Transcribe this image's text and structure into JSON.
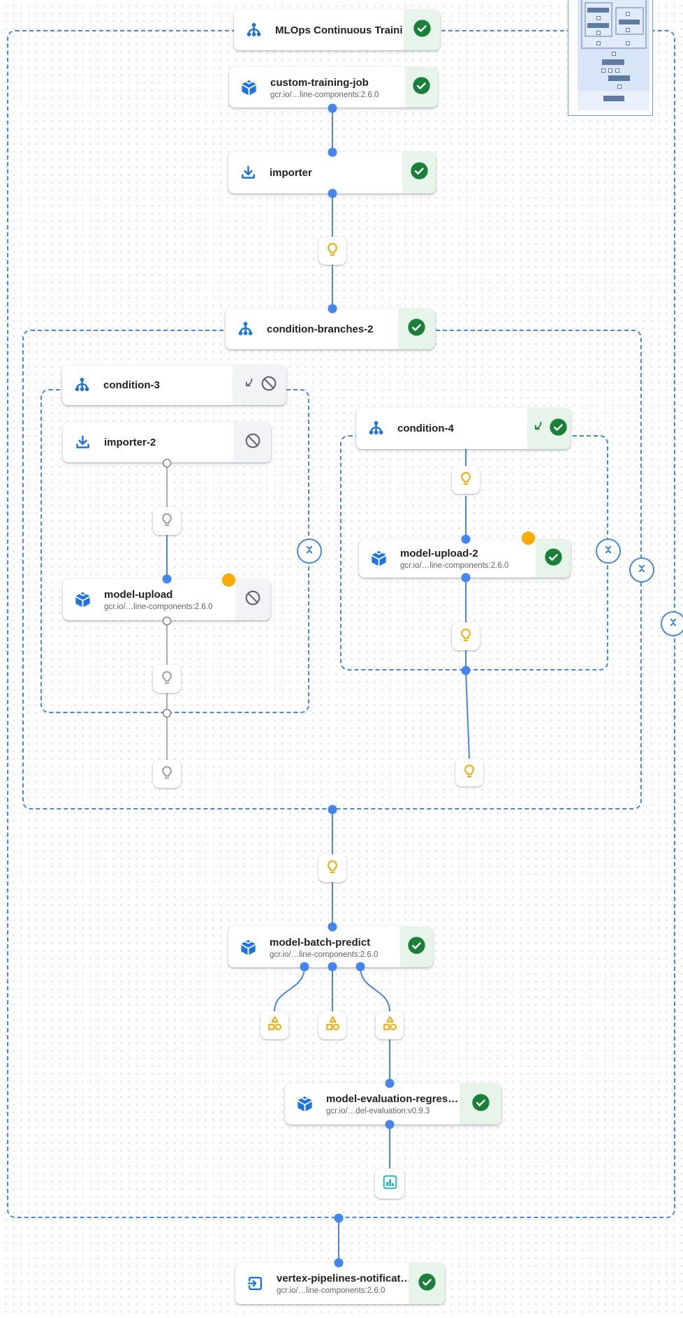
{
  "nodes": [
    {
      "id": "mlops-root",
      "title": "MLOps Continuous Traini…",
      "icon": "branch-icon",
      "status": "succeeded"
    },
    {
      "id": "custom-training-job",
      "title": "custom-training-job",
      "subtitle": "gcr.io/…line-components:2.6.0",
      "icon": "cube-icon",
      "status": "succeeded"
    },
    {
      "id": "importer",
      "title": "importer",
      "icon": "download-icon",
      "status": "succeeded"
    },
    {
      "id": "condition-branches-2",
      "title": "condition-branches-2",
      "icon": "branch-icon",
      "status": "succeeded"
    },
    {
      "id": "condition-3",
      "title": "condition-3",
      "icon": "branch-icon",
      "status": "skipped"
    },
    {
      "id": "importer-2",
      "title": "importer-2",
      "icon": "download-icon",
      "status": "skipped"
    },
    {
      "id": "model-upload",
      "title": "model-upload",
      "subtitle": "gcr.io/…line-components:2.6.0",
      "icon": "cube-icon",
      "status": "skipped"
    },
    {
      "id": "condition-4",
      "title": "condition-4",
      "icon": "branch-icon",
      "status": "succeeded"
    },
    {
      "id": "model-upload-2",
      "title": "model-upload-2",
      "subtitle": "gcr.io/…line-components:2.6.0",
      "icon": "cube-icon",
      "status": "succeeded"
    },
    {
      "id": "model-batch-predict",
      "title": "model-batch-predict",
      "subtitle": "gcr.io/…line-components:2.6.0",
      "icon": "cube-icon",
      "status": "succeeded"
    },
    {
      "id": "model-evaluation-regression",
      "title": "model-evaluation-regres…",
      "subtitle": "gcr.io/…del-evaluation:v0.9.3",
      "icon": "cube-icon",
      "status": "succeeded"
    },
    {
      "id": "vertex-pipelines-notification",
      "title": "vertex-pipelines-notificat…",
      "subtitle": "gcr.io/…line-components:2.6.0",
      "icon": "exit-icon",
      "status": "succeeded"
    }
  ],
  "artifacts": [
    {
      "id": "execution-output-1",
      "icon": "lightbulb-icon",
      "state": "executed"
    },
    {
      "id": "execution-output-2",
      "icon": "lightbulb-icon",
      "state": "skipped"
    },
    {
      "id": "execution-output-3",
      "icon": "lightbulb-icon",
      "state": "skipped"
    },
    {
      "id": "execution-output-4",
      "icon": "lightbulb-icon",
      "state": "skipped"
    },
    {
      "id": "execution-output-5",
      "icon": "lightbulb-icon",
      "state": "executed"
    },
    {
      "id": "execution-output-6",
      "icon": "lightbulb-icon",
      "state": "executed"
    },
    {
      "id": "execution-output-7",
      "icon": "lightbulb-icon",
      "state": "executed"
    },
    {
      "id": "execution-output-8",
      "icon": "lightbulb-icon",
      "state": "executed"
    },
    {
      "id": "metrics-artifact-1",
      "icon": "metrics-icon",
      "state": "executed"
    },
    {
      "id": "metrics-artifact-2",
      "icon": "metrics-icon",
      "state": "executed"
    },
    {
      "id": "metrics-artifact-3",
      "icon": "metrics-icon",
      "state": "executed"
    },
    {
      "id": "evaluation-chart-artifact",
      "icon": "bar-chart-icon",
      "state": "executed"
    }
  ],
  "containers": [
    "pipeline-root",
    "condition-branches-2-group",
    "condition-3-group",
    "condition-4-group"
  ],
  "colors": {
    "edge_blue": "#4285f4",
    "icon_blue": "#1a73e8",
    "success_green": "#188038",
    "success_bg": "#e6f4ea",
    "skipped_gray": "#5f6368",
    "skipped_bg": "#f1f3f4",
    "artifact_yellow": "#f9ab00",
    "chart_cyan": "#12b5cb"
  }
}
